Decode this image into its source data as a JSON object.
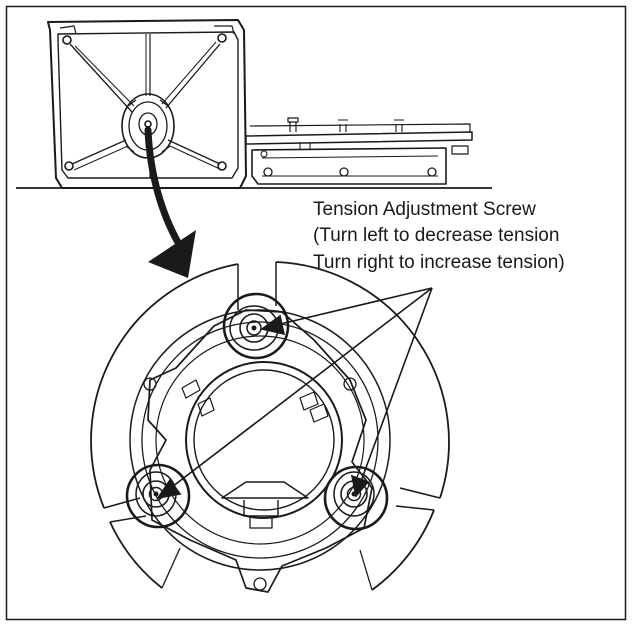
{
  "annotation": {
    "title": "Tension Adjustment Screw",
    "line_left": "(Turn left to decrease tension",
    "line_right": "Turn right to increase tension)"
  },
  "colors": {
    "line": "#1a1a1a",
    "background": "#ffffff"
  }
}
